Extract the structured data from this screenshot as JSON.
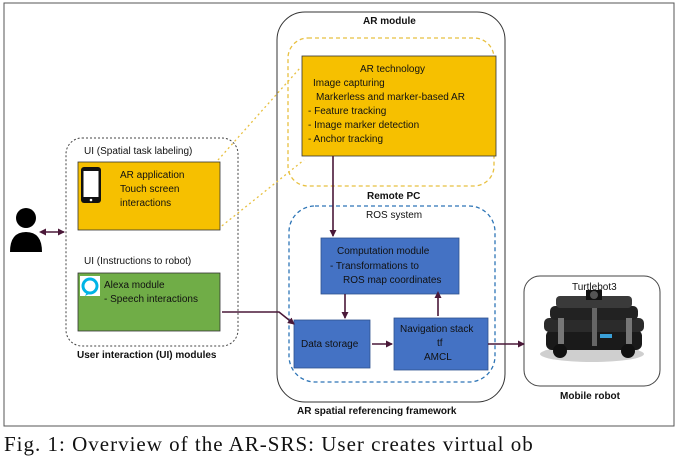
{
  "ar_module": {
    "title": "AR module",
    "ar_technology": {
      "title": "AR technology",
      "line1": "Image capturing",
      "line2": "Markerless  and marker-based  AR",
      "bullets": [
        "-   Feature tracking",
        "-   Image marker detection",
        "-   Anchor tracking"
      ]
    }
  },
  "remote_pc": {
    "title": "Remote PC",
    "ros_system": {
      "title": "ROS system",
      "computation": {
        "title": "Computation  module",
        "bullet1": "-   Transformations to",
        "bullet2": "ROS map coordinates"
      },
      "data_storage": "Data storage",
      "navigation": {
        "line1": "Navigation stack",
        "line2": "tf",
        "line3": "AMCL"
      }
    },
    "framework_label": "AR spatial referencing framework"
  },
  "ui_modules": {
    "label": "User interaction (UI) modules",
    "spatial_label": "UI (Spatial task labeling)",
    "ar_app": {
      "line1": "AR application",
      "line2": "Touch screen",
      "line3": "interactions"
    },
    "instructions_label": "UI (Instructions to robot)",
    "alexa": {
      "line1": "Alexa module",
      "line2": "-   Speech interactions"
    }
  },
  "robot": {
    "name": "Turtlebot3",
    "label": "Mobile robot"
  },
  "caption": "Fig. 1: Overview of the AR-SRS: User creates virtual ob",
  "colors": {
    "orange": "#f6c000",
    "blue": "#4472c4",
    "green": "#70ad47",
    "arrow": "#4a1838",
    "dashed_yellow": "#e8c040",
    "dashed_blue": "#2e75b6"
  },
  "icons": [
    "user-icon",
    "smartphone-icon",
    "alexa-icon",
    "robot-image"
  ]
}
